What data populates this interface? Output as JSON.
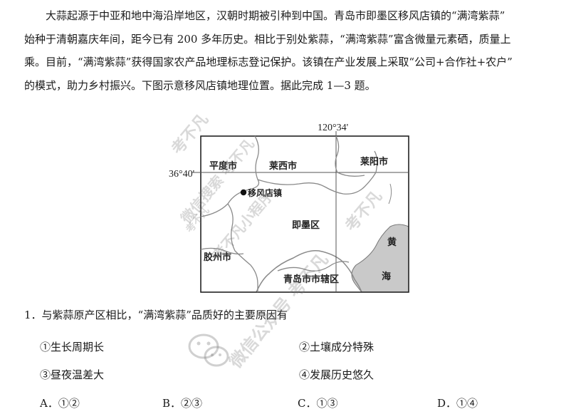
{
  "passage": [
    "大蒜起源于中亚和地中海沿岸地区，汉朝时期被引种到中国。青岛市即墨区移风店镇的“满湾紫蒜”",
    "始种于清朝嘉庆年间，距今已有 200 多年历史。相比于别处紫蒜，“满湾紫蒜”富含微量元素硒，质量上",
    "乘。目前，“满湾紫蒜”获得国家农产品地理标志登记保护。该镇在产业发展上采取“公司+合作社+农户”",
    "的模式，助力乡村振兴。下图示意移风店镇地理位置。据此完成 1—3 题。"
  ],
  "map": {
    "longitude_label": "120°34'",
    "latitude_label": "36°40'",
    "places": {
      "pingdu": "平度市",
      "laixi": "莱西市",
      "laiyang": "莱阳市",
      "yifengdian": "移风店镇",
      "jimo": "即墨区",
      "jiaozhou": "胶州市",
      "qingdao": "青岛市市辖区",
      "huang": "黄",
      "hai": "海"
    }
  },
  "question": {
    "stem": "1．与紫蒜原产区相比，“满湾紫蒜”品质好的主要原因有",
    "options": [
      "①生长周期长",
      "②土壤成分特殊",
      "③昼夜温差大",
      "④发展历史悠久"
    ],
    "choices": [
      "A．①②",
      "B．②③",
      "C．①③",
      "D．①④"
    ]
  },
  "watermarks": [
    "考不凡",
    "微信搜索 考不凡",
    "考不凡小程序",
    "考不凡",
    "考不凡",
    "微信公众号 考不凡"
  ],
  "colors": {
    "text": "#1a1a1a",
    "sea": "#c9c9c9",
    "watermark": "#9a9a9a"
  }
}
